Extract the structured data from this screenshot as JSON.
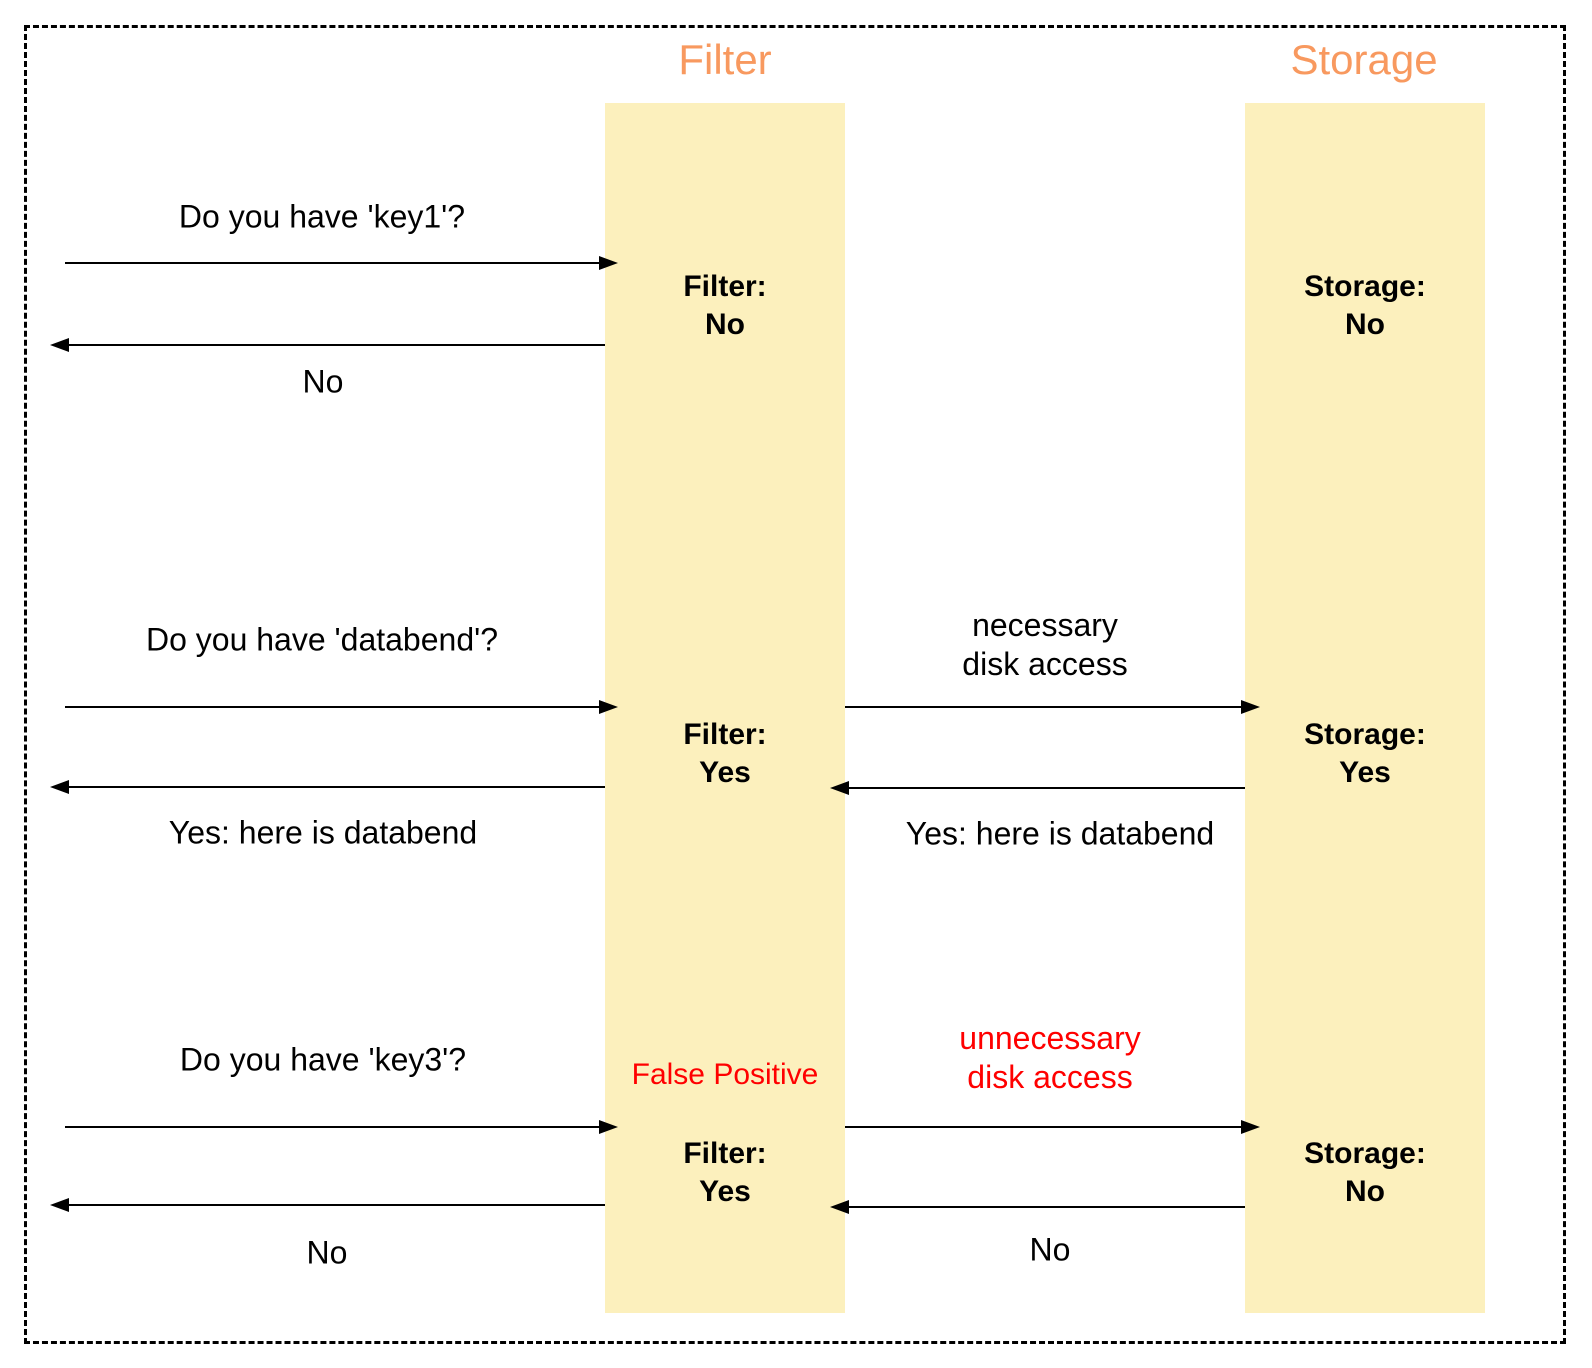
{
  "colors": {
    "accent_orange": "#F8995F",
    "highlight_yellow": "#FCF0BD",
    "alert_red": "#FF0000"
  },
  "lanes": {
    "filter": {
      "title": "Filter"
    },
    "storage": {
      "title": "Storage"
    }
  },
  "scenarios": [
    {
      "request": "Do you have 'key1'?",
      "client_response": "No",
      "filter_status": {
        "label": "Filter:",
        "value": "No"
      },
      "storage_status": {
        "label": "Storage:",
        "value": "No"
      }
    },
    {
      "request": "Do you have 'databend'?",
      "client_response": "Yes: here is databend",
      "filter_status": {
        "label": "Filter:",
        "value": "Yes"
      },
      "storage_status": {
        "label": "Storage:",
        "value": "Yes"
      },
      "disk_access_note": {
        "line1": "necessary",
        "line2": "disk access"
      },
      "storage_response": "Yes: here is databend"
    },
    {
      "request": "Do you have 'key3'?",
      "client_response": "No",
      "false_positive_note": "False Positive",
      "filter_status": {
        "label": "Filter:",
        "value": "Yes"
      },
      "storage_status": {
        "label": "Storage:",
        "value": "No"
      },
      "disk_access_note": {
        "line1": "unnecessary",
        "line2": "disk access"
      },
      "storage_response": "No"
    }
  ]
}
